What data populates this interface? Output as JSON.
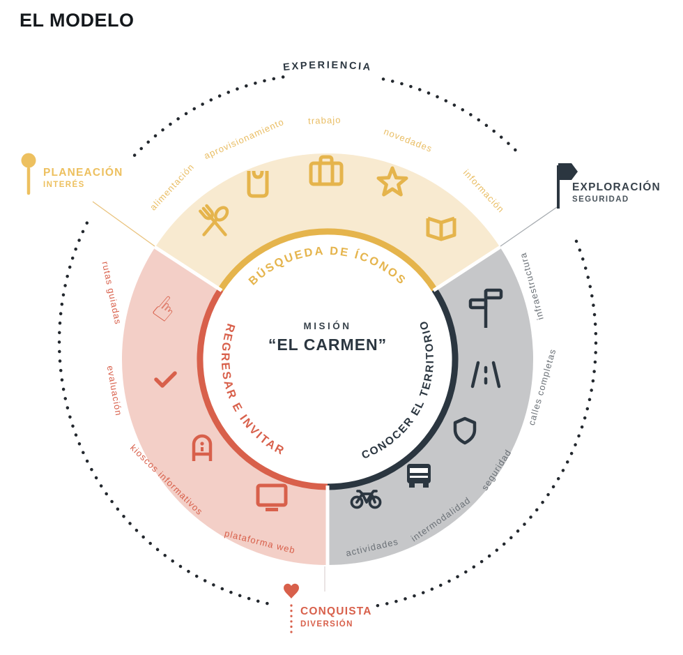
{
  "page": {
    "title": "EL MODELO"
  },
  "colors": {
    "yellow_accent": "#e5b44c",
    "yellow_fill": "#f8ead0",
    "yellow_label": "#e9bd63",
    "red_accent": "#d8604b",
    "red_fill": "#f3cfc7",
    "dark_accent": "#2b3640",
    "gray_fill": "#c6c7c9",
    "gray_label": "#6a7076",
    "dot_color": "#23282e"
  },
  "outer": {
    "top": {
      "label": "EXPERIENCIA"
    },
    "left": {
      "label": "PLANEACIÓN",
      "sublabel": "INTERÉS",
      "icon": "pin-icon"
    },
    "right": {
      "label": "EXPLORACIÓN",
      "sublabel": "SEGURIDAD",
      "icon": "flag-icon"
    },
    "bottom": {
      "label": "CONQUISTA",
      "sublabel": "DIVERSIÓN",
      "icon": "heart-icon"
    }
  },
  "center": {
    "eyebrow": "MISIÓN",
    "title": "“EL CARMEN”"
  },
  "sectors": [
    {
      "id": "busqueda",
      "arc_label": "BÚSQUEDA DE ÍCONOS",
      "items": [
        {
          "label": "alimentación",
          "icon": "cutlery-icon"
        },
        {
          "label": "aprovisionamiento",
          "icon": "bag-icon"
        },
        {
          "label": "trabajo",
          "icon": "briefcase-icon"
        },
        {
          "label": "novedades",
          "icon": "star-icon"
        },
        {
          "label": "información",
          "icon": "book-icon"
        }
      ]
    },
    {
      "id": "conocer",
      "arc_label": "CONOCER EL TERRITORIO",
      "items": [
        {
          "label": "infraestructura",
          "icon": "signpost-icon"
        },
        {
          "label": "calles completas",
          "icon": "road-icon"
        },
        {
          "label": "seguridad",
          "icon": "shield-icon"
        },
        {
          "label": "intermodalidad",
          "icon": "bus-icon"
        },
        {
          "label": "actividades",
          "icon": "bicycle-icon"
        }
      ]
    },
    {
      "id": "regresar",
      "arc_label": "REGRESAR E INVITAR",
      "items": [
        {
          "label": "rutas guiadas",
          "icon": "pointing-hand-icon"
        },
        {
          "label": "evaluación",
          "icon": "checkmark-icon"
        },
        {
          "label": "kioscos informativos",
          "icon": "kiosk-icon"
        },
        {
          "label": "plataforma web",
          "icon": "screen-icon"
        }
      ]
    }
  ]
}
